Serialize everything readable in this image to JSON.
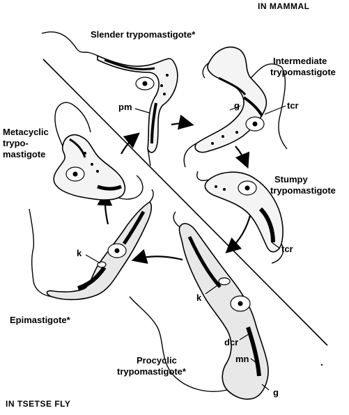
{
  "regions": {
    "mammal": "IN  MAMMAL",
    "tsetse": "IN  TSETSE FLY"
  },
  "stages": {
    "slender": "Slender trypomastigote*",
    "intermediate_1": "Intermediate",
    "intermediate_2": "trypomastigote",
    "stumpy_1": "Stumpy",
    "stumpy_2": "trypomastigote",
    "procyclic_1": "Procyclic",
    "procyclic_2": "trypomastigote*",
    "epimastigote": "Epimastigote*",
    "metacyclic_1": "Metacyclic",
    "metacyclic_2": "trypo-",
    "metacyclic_3": "mastigote"
  },
  "structures": {
    "pm": "pm",
    "g_intermediate": "g",
    "tcr_intermediate": "tcr",
    "tcr_stumpy": "tcr",
    "k_epimastigote": "k",
    "k_procyclic": "k",
    "dcr": "dcr",
    "mn": "mn",
    "g_procyclic": "g"
  }
}
